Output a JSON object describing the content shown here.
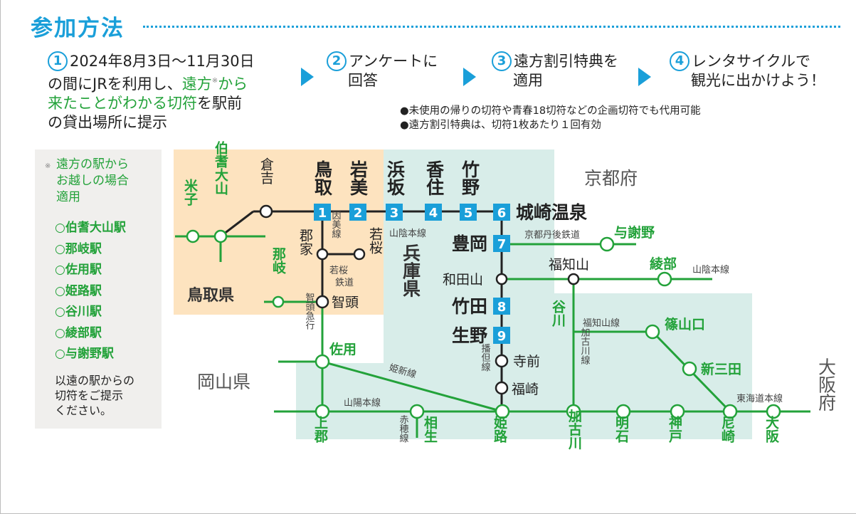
{
  "header": {
    "title": "参加方法"
  },
  "steps": [
    {
      "number": "1",
      "lines": [
        "2024年8月3日～11月30日",
        "の間にJRを利用し、",
        "遠方",
        "※",
        "から",
        "来たことがわかる切符",
        "を駅前",
        "の貸出場所に提示"
      ]
    },
    {
      "number": "2",
      "lines": [
        "アンケートに",
        "回答"
      ]
    },
    {
      "number": "3",
      "lines": [
        "遠方割引特典を",
        "適用"
      ]
    },
    {
      "number": "4",
      "lines": [
        "レンタサイクルで",
        "観光に出かけよう！"
      ]
    }
  ],
  "notes": [
    "●未使用の帰りの切符や青春18切符などの企画切符でも代用可能",
    "●遠方割引特典は、切符1枚あたり１回有効"
  ],
  "sidebar": {
    "mark": "※",
    "title_lines": [
      "遠方の駅から",
      "お越しの場合",
      "適用"
    ],
    "stations": [
      "○伯耆大山駅",
      "○那岐駅",
      "○佐用駅",
      "○姫路駅",
      "○谷川駅",
      "○綾部駅",
      "○与謝野駅"
    ],
    "footer_lines": [
      "以遠の駅からの",
      "切符をご提示",
      "ください。"
    ]
  },
  "map": {
    "colors": {
      "sanin_line": "#222222",
      "green_line": "#23a23a",
      "tottori_area": "#fde3bf",
      "hyogo_area": "#d8ede9",
      "badge": "#1a9fd9"
    },
    "prefectures": {
      "tottori": "鳥取県",
      "hyogo": "兵庫県",
      "kyoto": "京都府",
      "okayama": "岡山県",
      "osaka": "大阪府"
    },
    "numbered_stations": [
      {
        "num": "1",
        "name": "鳥取"
      },
      {
        "num": "2",
        "name": "岩美"
      },
      {
        "num": "3",
        "name": "浜坂"
      },
      {
        "num": "4",
        "name": "香住"
      },
      {
        "num": "5",
        "name": "竹野"
      },
      {
        "num": "6",
        "name": "城崎温泉"
      },
      {
        "num": "7",
        "name": "豊岡"
      },
      {
        "num": "8",
        "name": "竹田"
      },
      {
        "num": "9",
        "name": "生野"
      }
    ],
    "stations": {
      "yonago": "米子",
      "hokidaisen": "伯耆大山",
      "kurayoshi": "倉吉",
      "koge": "郡家",
      "wakasa": "若桜",
      "nagi": "那岐",
      "chizu": "智頭",
      "sayo": "佐用",
      "kamigori": "上郡",
      "aioi": "相生",
      "himeji": "姫路",
      "kakogawa": "加古川",
      "akashi": "明石",
      "kobe": "神戸",
      "amagasaki": "尼崎",
      "osaka": "大阪",
      "teramae": "寺前",
      "fukusaki": "福崎",
      "wadayama": "和田山",
      "fukuchiyama": "福知山",
      "ayabe": "綾部",
      "yosano": "与謝野",
      "tanigawa": "谷川",
      "sasayamaguchi": "篠山口",
      "shinsanda": "新三田"
    },
    "lines": {
      "sanin1": "山陰本線",
      "sanin2": "山陰本線",
      "inbi": "因美線",
      "wakasa_railway": "若桜鉄道",
      "chizu_express": "智頭急行",
      "kishin": "姫新線",
      "sanyo": "山陽本線",
      "ako": "赤穂線",
      "bantan": "播但線",
      "kyotango": "京都丹後鉄道",
      "fukuchiyama": "福知山線",
      "kakogawa": "加古川線",
      "tokaido": "東海道本線"
    }
  }
}
